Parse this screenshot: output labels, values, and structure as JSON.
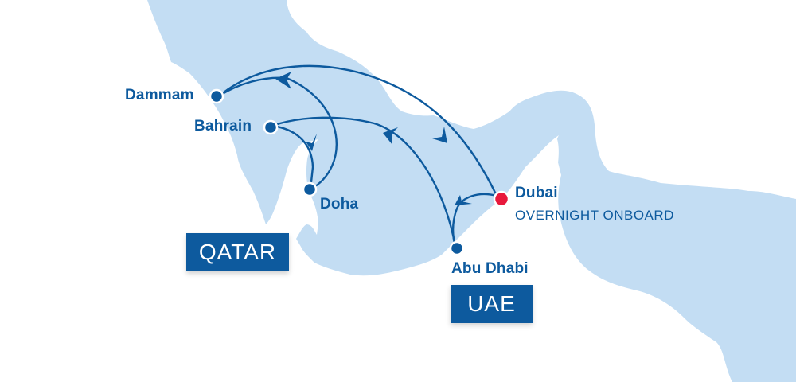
{
  "map": {
    "colors": {
      "sea": "#c3ddf3",
      "land": "#ffffff",
      "route": "#0d5a9e",
      "port": "#0d5a9e",
      "home_port": "#e8193c",
      "country_badge_bg": "#0d5a9e",
      "country_badge_text": "#ffffff"
    },
    "ports": [
      {
        "name": "Dammam",
        "type": "port"
      },
      {
        "name": "Bahrain",
        "type": "port"
      },
      {
        "name": "Doha",
        "type": "port"
      },
      {
        "name": "Abu Dhabi",
        "type": "port"
      },
      {
        "name": "Dubai",
        "type": "home_port",
        "note": "OVERNIGHT ONBOARD"
      }
    ],
    "countries": [
      "QATAR",
      "UAE"
    ],
    "routes": [
      {
        "from": "Dubai",
        "to": "Abu Dhabi"
      },
      {
        "from": "Abu Dhabi",
        "to": "Bahrain"
      },
      {
        "from": "Bahrain",
        "to": "Doha"
      },
      {
        "from": "Doha",
        "to": "Dammam"
      },
      {
        "from": "Dammam",
        "to": "Dubai"
      }
    ]
  }
}
